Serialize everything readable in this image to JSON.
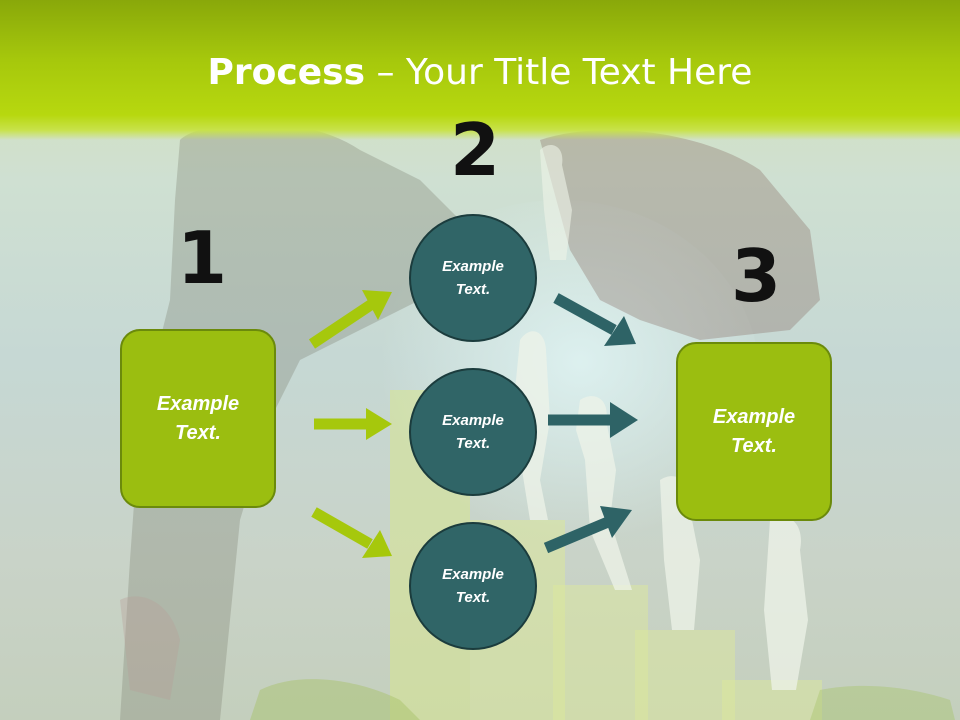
{
  "title": {
    "bold": "Process",
    "rest": " – Your Title Text Here"
  },
  "steps": [
    {
      "number": "1",
      "text": "Example Text."
    },
    {
      "number": "2",
      "items": [
        "Example Text.",
        "Example Text.",
        "Example Text."
      ]
    },
    {
      "number": "3",
      "text": "Example Text."
    }
  ],
  "colors": {
    "accent_green": "#9bbe10",
    "circle_teal": "#306567",
    "arrow_teal": "#2e6366",
    "arrow_green": "#a6c80c"
  }
}
